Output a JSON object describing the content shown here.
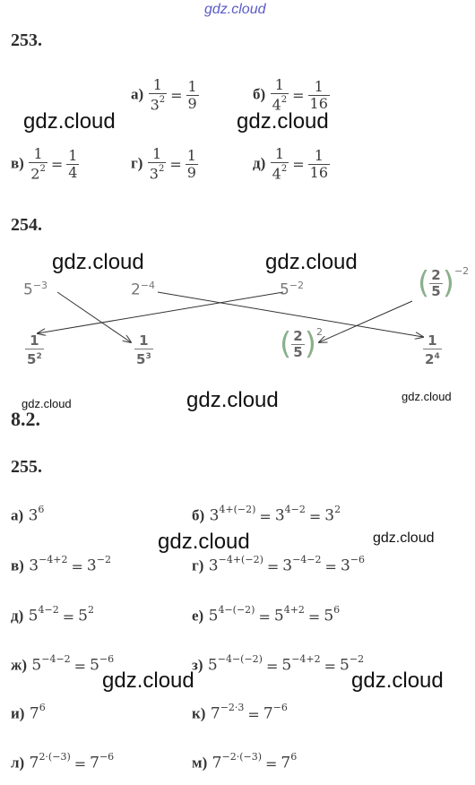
{
  "watermark_top": "gdz.cloud",
  "watermark": "gdz.cloud",
  "ex253": {
    "number": "253.",
    "a_label": "а)",
    "a_num": "1",
    "a_den_base": "3",
    "a_den_exp": "2",
    "a_eq": "=",
    "a_res_num": "1",
    "a_res_den": "9",
    "b_label": "б)",
    "b_num": "1",
    "b_den_base": "4",
    "b_den_exp": "2",
    "b_eq": "=",
    "b_res_num": "1",
    "b_res_den": "16",
    "v_label": "в)",
    "v_num": "1",
    "v_den_base": "2",
    "v_den_exp": "2",
    "v_eq": "=",
    "v_res_num": "1",
    "v_res_den": "4",
    "g_label": "г)",
    "g_num": "1",
    "g_den_base": "3",
    "g_den_exp": "2",
    "g_eq": "=",
    "g_res_num": "1",
    "g_res_den": "9",
    "d_label": "д)",
    "d_num": "1",
    "d_den_base": "4",
    "d_den_exp": "2",
    "d_eq": "=",
    "d_res_num": "1",
    "d_res_den": "16"
  },
  "ex254": {
    "number": "254.",
    "top1_base": "5",
    "top1_exp": "−3",
    "top2_base": "2",
    "top2_exp": "−4",
    "top3_base": "5",
    "top3_exp": "−2",
    "top4_num": "2",
    "top4_den": "5",
    "top4_exp": "−2",
    "bot1_num": "1",
    "bot1_den_base": "5",
    "bot1_den_exp": "2",
    "bot2_num": "1",
    "bot2_den_base": "5",
    "bot2_den_exp": "3",
    "bot3_num": "2",
    "bot3_den": "5",
    "bot3_exp": "2",
    "bot4_num": "1",
    "bot4_den_base": "2",
    "bot4_den_exp": "4"
  },
  "section": "8.2.",
  "ex255": {
    "number": "255.",
    "items": [
      {
        "label": "а)",
        "b1": "3",
        "e1": "6"
      },
      {
        "label": "б)",
        "b1": "3",
        "e1": "4+(−2)",
        "b2": "3",
        "e2": "4−2",
        "b3": "3",
        "e3": "2"
      },
      {
        "label": "в)",
        "b1": "3",
        "e1": "−4+2",
        "b2": "3",
        "e2": "−2"
      },
      {
        "label": "г)",
        "b1": "3",
        "e1": "−4+(−2)",
        "b2": "3",
        "e2": "−4−2",
        "b3": "3",
        "e3": "−6"
      },
      {
        "label": "д)",
        "b1": "5",
        "e1": "4−2",
        "b2": "5",
        "e2": "2"
      },
      {
        "label": "е)",
        "b1": "5",
        "e1": "4−(−2)",
        "b2": "5",
        "e2": "4+2",
        "b3": "5",
        "e3": "6"
      },
      {
        "label": "ж)",
        "b1": "5",
        "e1": "−4−2",
        "b2": "5",
        "e2": "−6"
      },
      {
        "label": "з)",
        "b1": "5",
        "e1": "−4−(−2)",
        "b2": "5",
        "e2": "−4+2",
        "b3": "5",
        "e3": "−2"
      },
      {
        "label": "и)",
        "b1": "7",
        "e1": "6"
      },
      {
        "label": "к)",
        "b1": "7",
        "e1": "−2·3",
        "b2": "7",
        "e2": "−6"
      },
      {
        "label": "л)",
        "b1": "7",
        "e1": "2·(−3)",
        "b2": "7",
        "e2": "−6"
      },
      {
        "label": "м)",
        "b1": "7",
        "e1": "−2·(−3)",
        "b2": "7",
        "e2": "6"
      }
    ],
    "eq": "="
  }
}
